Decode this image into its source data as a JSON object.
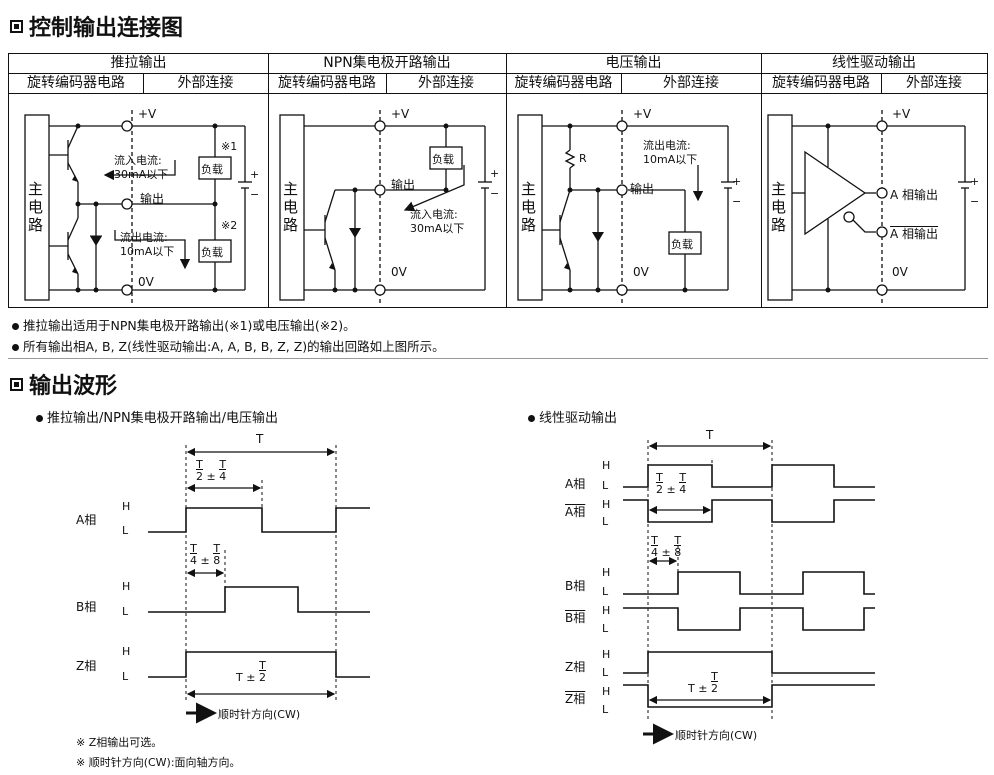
{
  "section1_title": "控制输出连接图",
  "section2_title": "输出波形",
  "table": {
    "col_headers": [
      "推拉输出",
      "NPN集电极开路输出",
      "电压输出",
      "线性驱动输出"
    ],
    "sub_left": "旋转编码器电路",
    "sub_right": "外部连接"
  },
  "circuit_labels": {
    "plus_v": "+V",
    "zero_v": "0V",
    "main_circuit": "主电路",
    "output": "输出",
    "load": "负载",
    "inflow_current": "流入电流:",
    "outflow_current": "流出电流:",
    "current_value": "30mA以下",
    "current_value2": "10mA以下",
    "mark1": "※1",
    "mark2": "※2",
    "resistor": "R",
    "plus": "+",
    "minus": "−",
    "a_output": "A 相输出",
    "abar_output": "A 相输出"
  },
  "notes": [
    "推拉输出适用于NPN集电极开路输出(※1)或电压输出(※2)。",
    "所有输出相A, B, Z(线性驱动输出:A, A, B, B, Z, Z)的输出回路如上图所示。"
  ],
  "waveform_left": {
    "title": "推拉输出/NPN集电极开路输出/电压输出",
    "phases": [
      "A相",
      "B相",
      "Z相"
    ],
    "high": "H",
    "low": "L",
    "period": "T",
    "direction": "顺时针方向(CW)",
    "notes": [
      "※ Z相输出可选。",
      "※ 顺时针方向(CW):面向轴方向。"
    ]
  },
  "waveform_right": {
    "title": "线性驱动输出",
    "phases": [
      "A相",
      "A相",
      "B相",
      "B相",
      "Z相",
      "Z相"
    ],
    "high": "H",
    "low": "L",
    "period": "T",
    "direction": "顺时针方向(CW)"
  },
  "fractions": {
    "T": "T",
    "two": "2",
    "four": "4",
    "eight": "8",
    "pm": "±"
  }
}
